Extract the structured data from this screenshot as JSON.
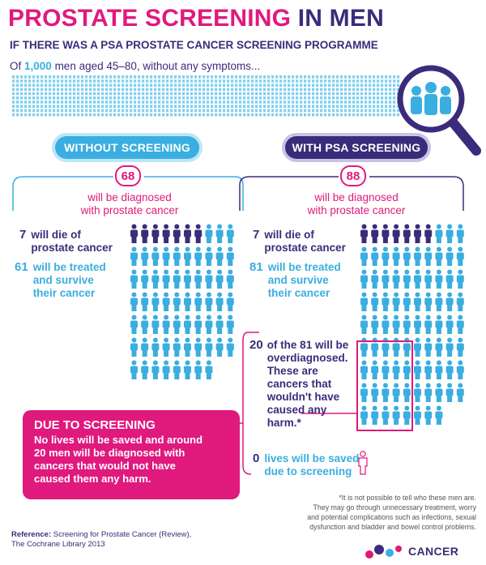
{
  "header": {
    "title_part1": "PROSTATE SCREENING",
    "title_part2": "IN MEN",
    "subtitle": "IF THERE WAS A PSA PROSTATE CANCER SCREENING PROGRAMME",
    "intro_prefix": "Of ",
    "intro_highlight": "1,000",
    "intro_suffix": " men aged 45–80, without any symptoms..."
  },
  "left": {
    "pill_label": "WITHOUT SCREENING",
    "diagnosed_count": "68",
    "diagnosed_text_line1": "will be diagnosed",
    "diagnosed_text_line2": "with prostate cancer",
    "die_count": "7",
    "die_text_line1": "will die of",
    "die_text_line2": "prostate cancer",
    "treated_count": "61",
    "treated_text_line1": "will be treated",
    "treated_text_line2": "and survive",
    "treated_text_line3": "their cancer",
    "people_total": 68,
    "people_dark": 7
  },
  "right": {
    "pill_label": "WITH PSA SCREENING",
    "diagnosed_count": "88",
    "diagnosed_text_line1": "will be diagnosed",
    "diagnosed_text_line2": "with prostate cancer",
    "die_count": "7",
    "die_text_line1": "will die of",
    "die_text_line2": "prostate cancer",
    "treated_count": "81",
    "treated_text_line1": "will be treated",
    "treated_text_line2": "and survive",
    "treated_text_line3": "their cancer",
    "overdiagnosed_count": "20",
    "overdiagnosed_line1": "of the 81 will be",
    "overdiagnosed_line2": "overdiagnosed.",
    "overdiagnosed_line3": "These are",
    "overdiagnosed_line4": "cancers that",
    "overdiagnosed_line5": "wouldn't have",
    "overdiagnosed_line6": "caused any",
    "overdiagnosed_line7": "harm.*",
    "saved_count": "0",
    "saved_line1": "lives will be saved",
    "saved_line2": "due to screening",
    "people_total": 88,
    "people_dark": 7
  },
  "due": {
    "heading": "DUE TO SCREENING",
    "line1": "No lives will be saved and around",
    "line2": "20 men will be diagnosed with",
    "line3": "cancers that would not have",
    "line4": "caused them any harm."
  },
  "footnote": {
    "line1": "*It is not possible to tell who these men are.",
    "line2": "They may go through unnecessary treatment, worry",
    "line3": "and potential complications such as infections, sexual",
    "line4": "dysfunction and bladder and bowel control problems."
  },
  "reference": {
    "label": "Reference:",
    "line1": " Screening for Prostate Cancer (Review),",
    "line2": "The Cochrane Library 2013"
  },
  "logo": {
    "text": "CANCER"
  },
  "colors": {
    "magenta": "#e0197d",
    "navy": "#3a2c7a",
    "light_blue": "#3aaee0"
  }
}
